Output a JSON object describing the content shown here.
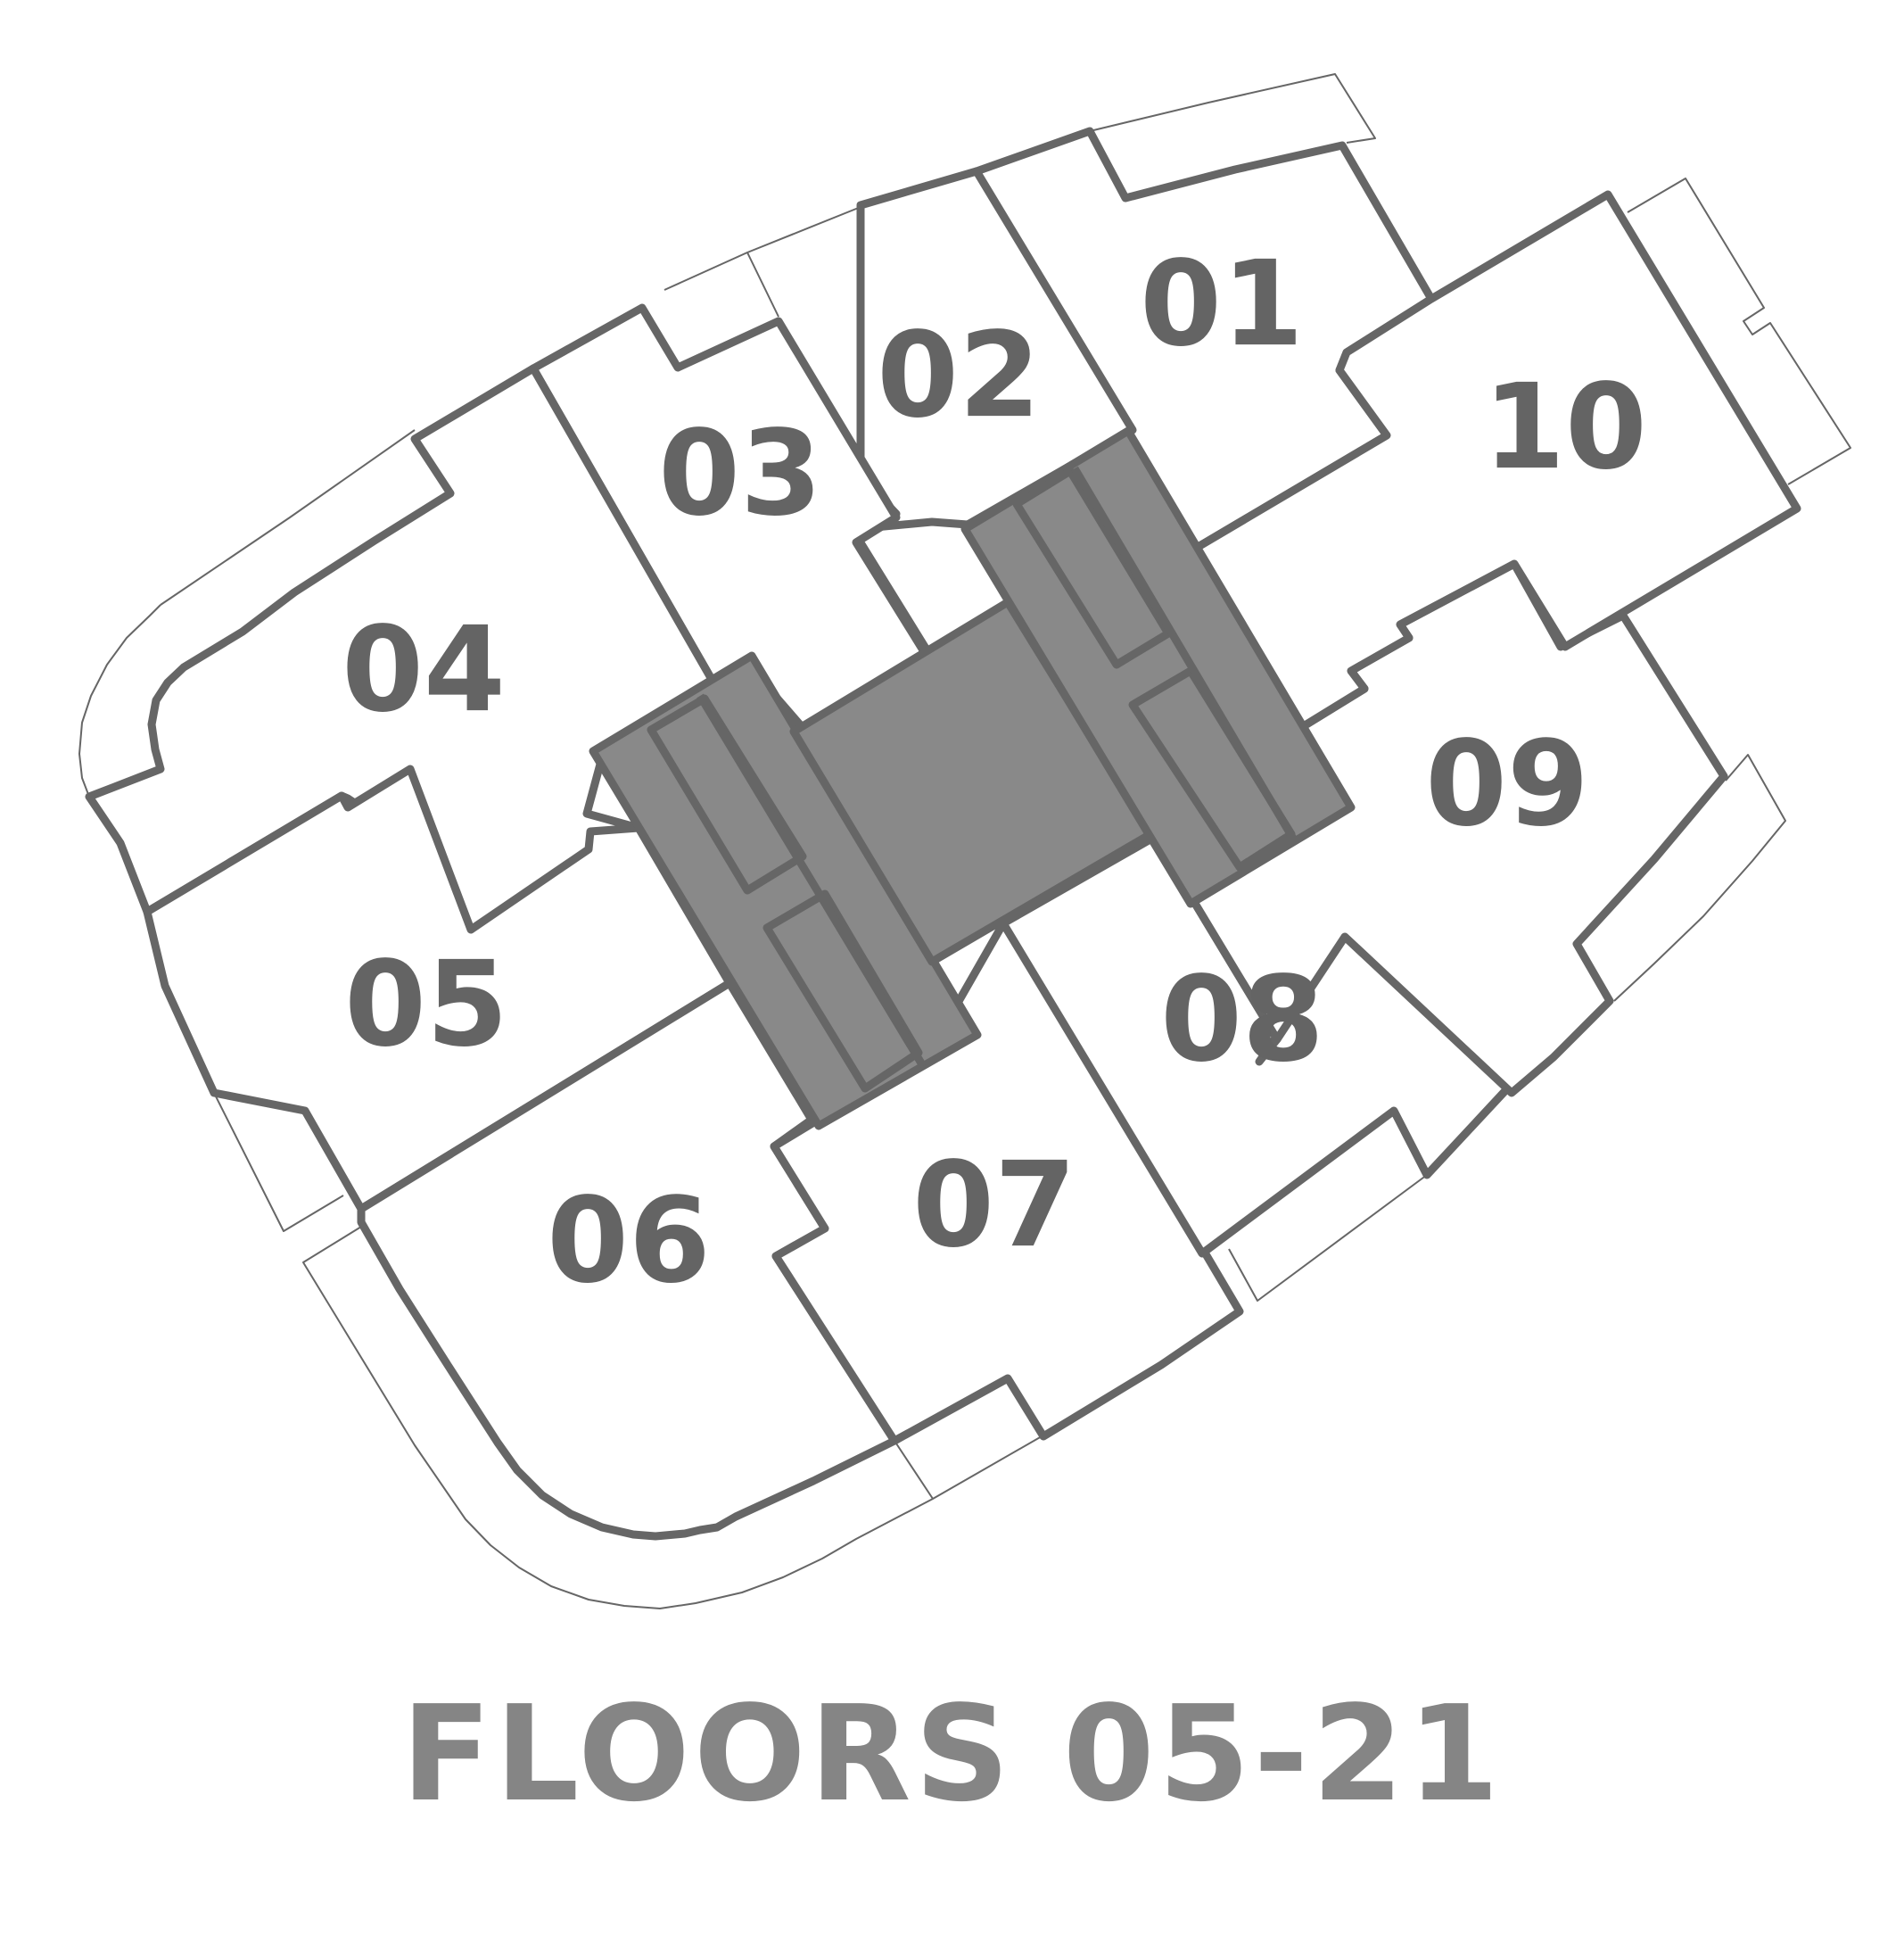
{
  "plan": {
    "floor_label": "FLOORS 05-21",
    "units": [
      {
        "id": "unit-01",
        "label": "01"
      },
      {
        "id": "unit-02",
        "label": "02"
      },
      {
        "id": "unit-03",
        "label": "03"
      },
      {
        "id": "unit-04",
        "label": "04"
      },
      {
        "id": "unit-05",
        "label": "05"
      },
      {
        "id": "unit-06",
        "label": "06"
      },
      {
        "id": "unit-07",
        "label": "07"
      },
      {
        "id": "unit-08",
        "label": "08"
      },
      {
        "id": "unit-09",
        "label": "09"
      },
      {
        "id": "unit-10",
        "label": "10"
      }
    ],
    "colors": {
      "wall": "#666666",
      "core": "#898989",
      "label": "#646464",
      "title": "#858585",
      "background": "#ffffff"
    }
  }
}
